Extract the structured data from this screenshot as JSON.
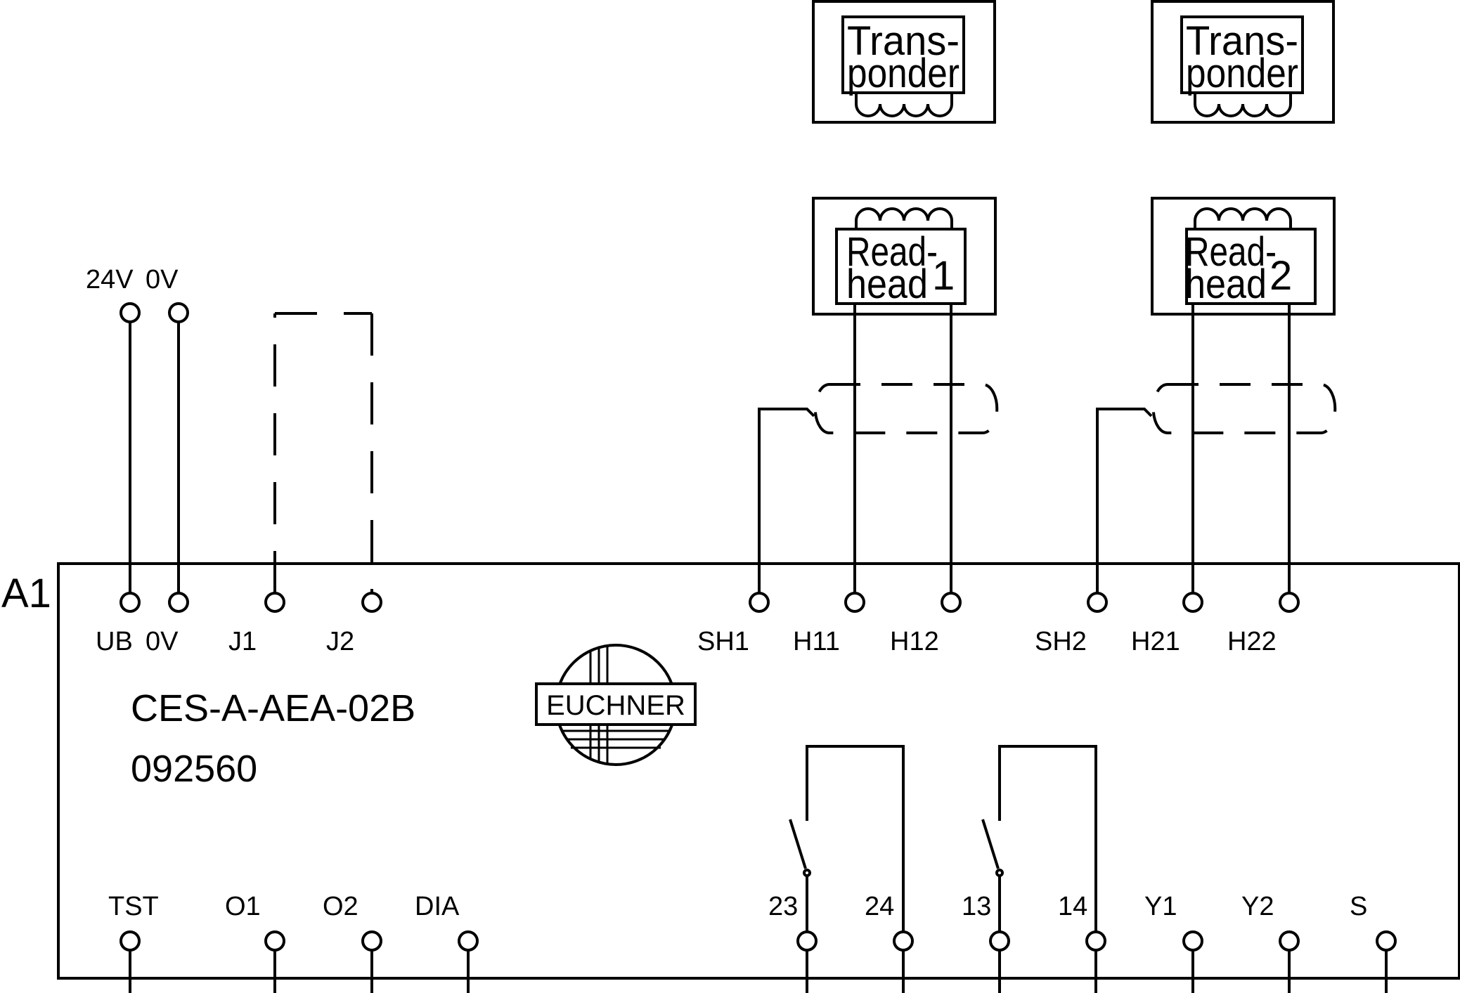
{
  "module": {
    "designator": "A1",
    "model": "CES-A-AEA-02B",
    "order_number": "092560",
    "logo_text": "EUCHNER"
  },
  "supply": {
    "plus_label": "24V",
    "minus_label": "0V"
  },
  "transponders": [
    {
      "line1": "Trans-",
      "line2": "ponder"
    },
    {
      "line1": "Trans-",
      "line2": "ponder"
    }
  ],
  "read_heads": [
    {
      "line1": "Read-",
      "line2": "head",
      "index": "1"
    },
    {
      "line1": "Read-",
      "line2": "head",
      "index": "2"
    }
  ],
  "top_terminals": [
    {
      "label": "UB"
    },
    {
      "label": "0V"
    },
    {
      "label": "J1"
    },
    {
      "label": "J2"
    },
    {
      "label": "SH1"
    },
    {
      "label": "H11"
    },
    {
      "label": "H12"
    },
    {
      "label": "SH2"
    },
    {
      "label": "H21"
    },
    {
      "label": "H22"
    }
  ],
  "bottom_terminals": [
    {
      "label": "TST"
    },
    {
      "label": "O1"
    },
    {
      "label": "O2"
    },
    {
      "label": "DIA"
    },
    {
      "label": "23"
    },
    {
      "label": "24"
    },
    {
      "label": "13"
    },
    {
      "label": "14"
    },
    {
      "label": "Y1"
    },
    {
      "label": "Y2"
    },
    {
      "label": "S"
    }
  ],
  "colors": {
    "line": "#000000",
    "background": "#ffffff"
  }
}
